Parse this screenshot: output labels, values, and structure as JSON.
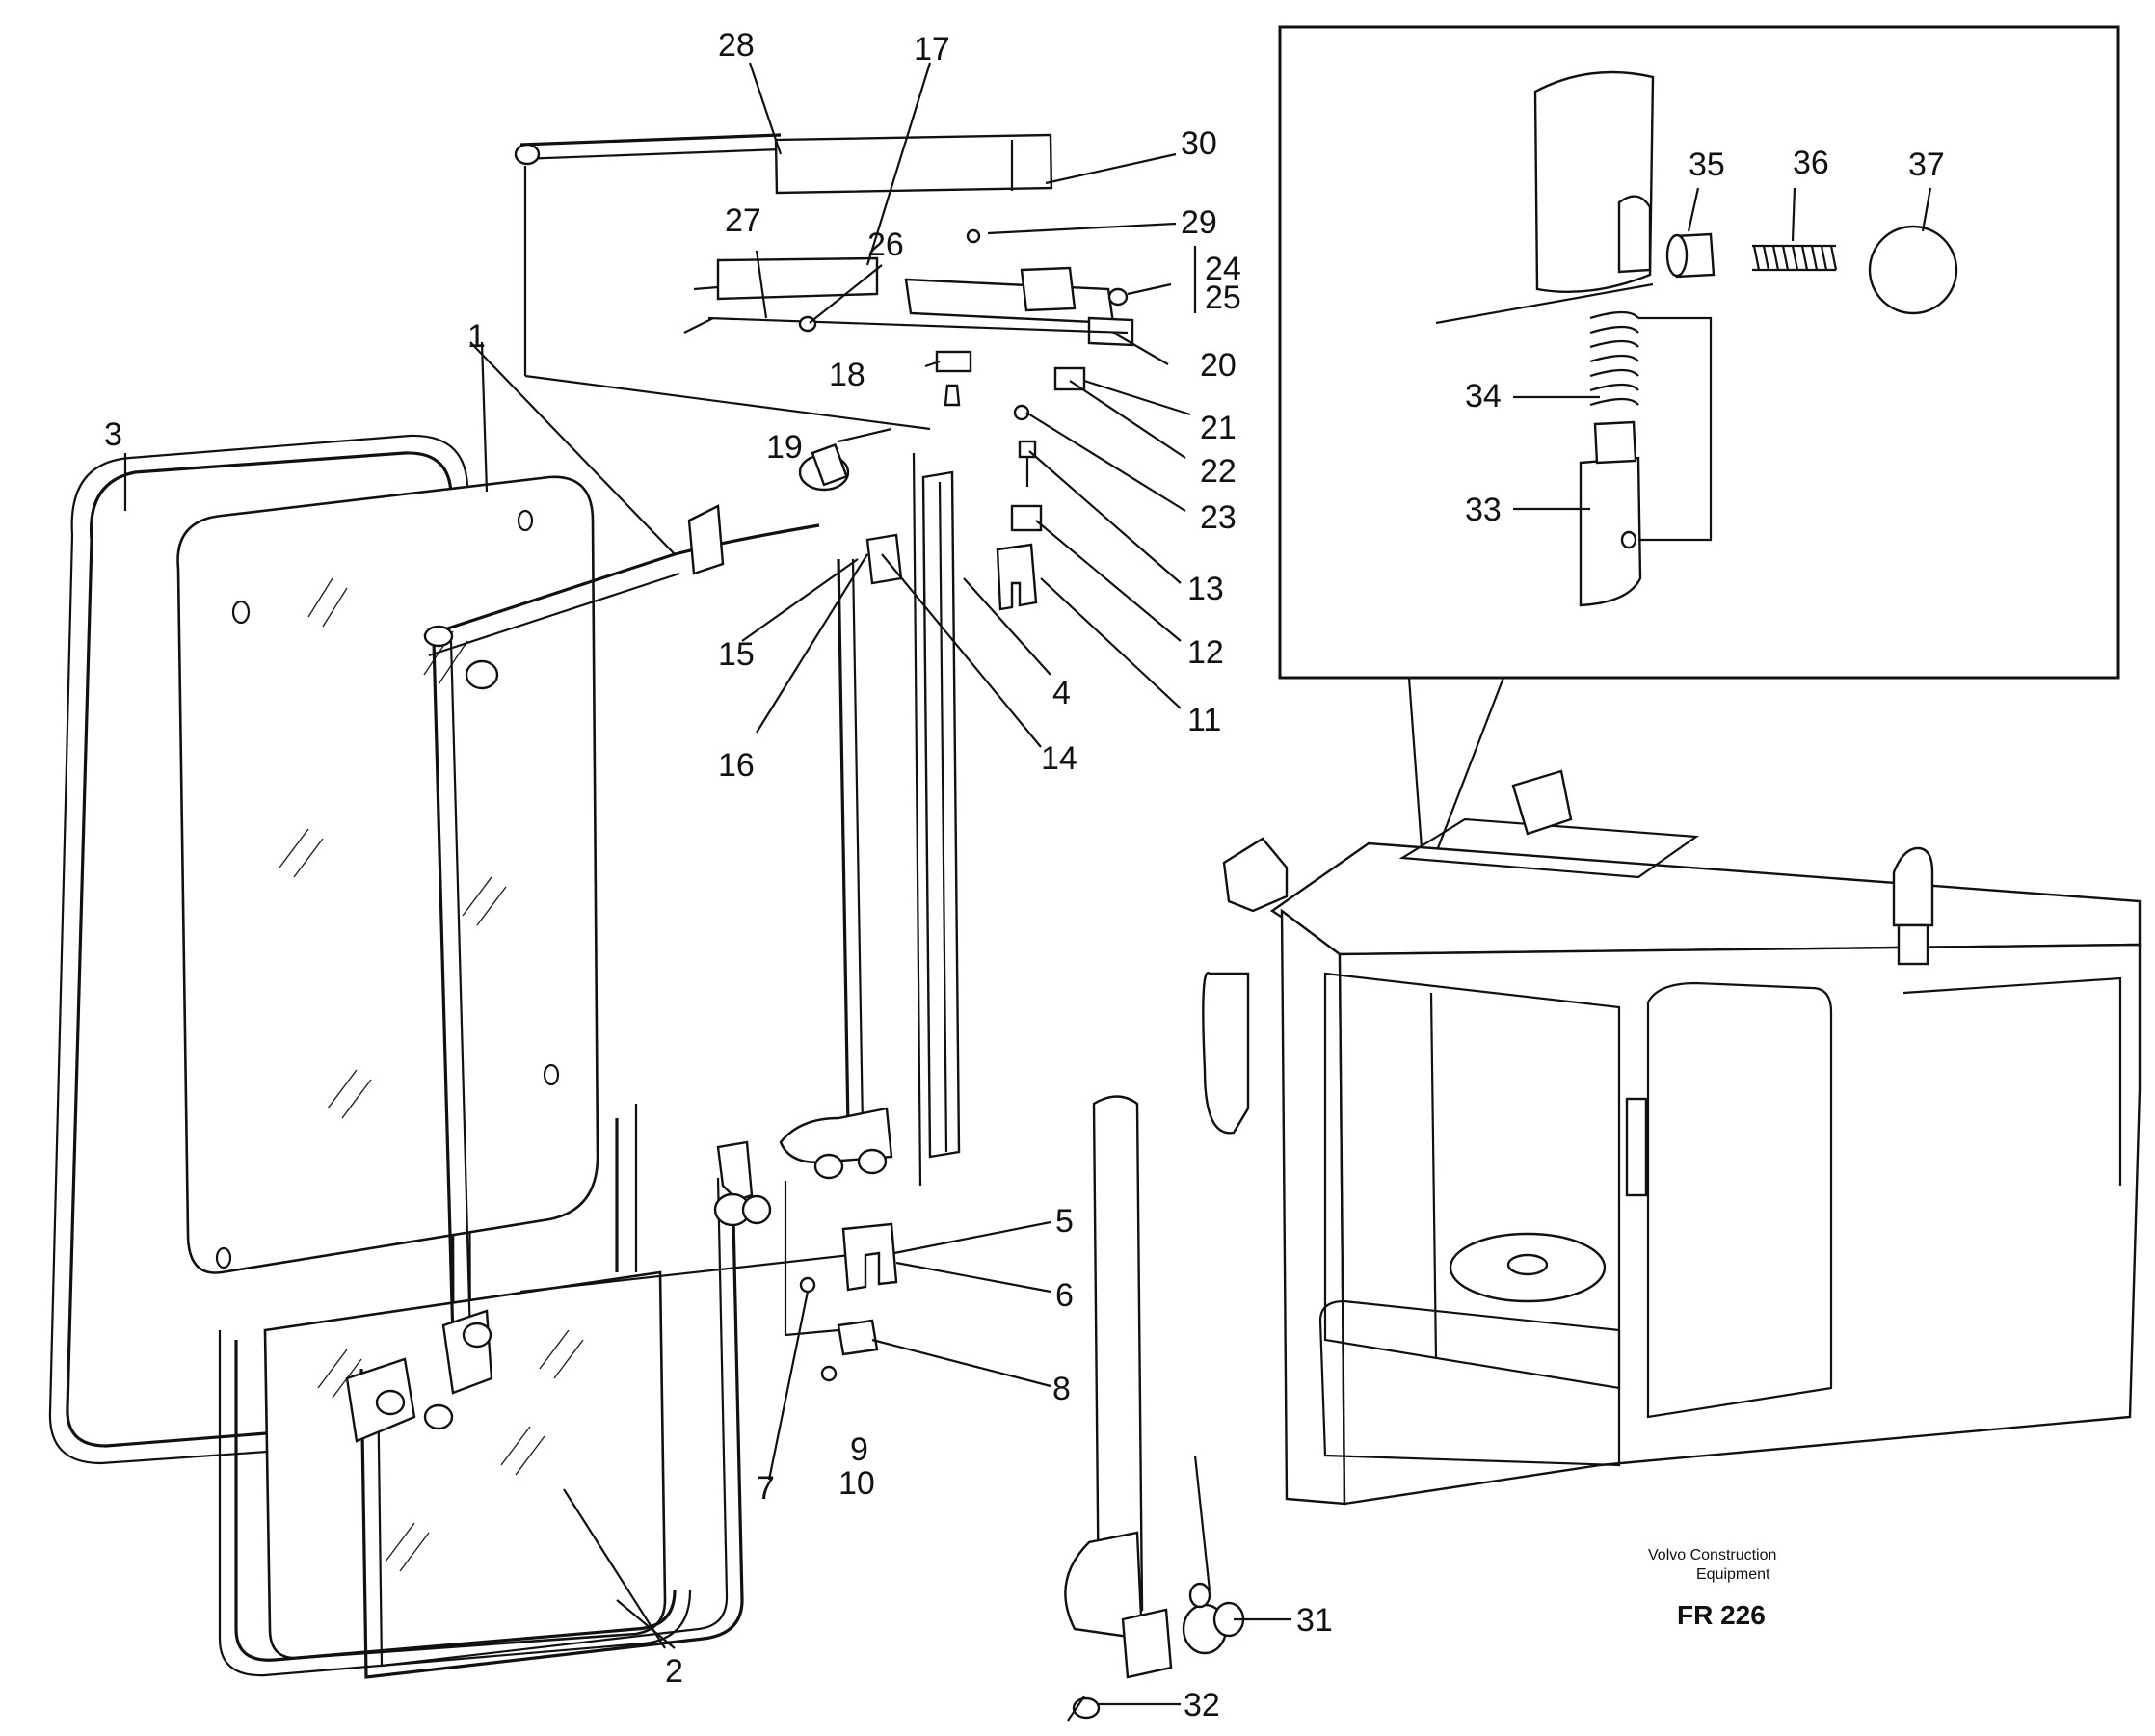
{
  "callouts": [
    {
      "id": "c1",
      "text": "1"
    },
    {
      "id": "c2",
      "text": "2"
    },
    {
      "id": "c3",
      "text": "3"
    },
    {
      "id": "c4",
      "text": "4"
    },
    {
      "id": "c5",
      "text": "5"
    },
    {
      "id": "c6",
      "text": "6"
    },
    {
      "id": "c7",
      "text": "7"
    },
    {
      "id": "c8",
      "text": "8"
    },
    {
      "id": "c9",
      "text": "9"
    },
    {
      "id": "c10",
      "text": "10"
    },
    {
      "id": "c11",
      "text": "11"
    },
    {
      "id": "c12",
      "text": "12"
    },
    {
      "id": "c13",
      "text": "13"
    },
    {
      "id": "c14",
      "text": "14"
    },
    {
      "id": "c15",
      "text": "15"
    },
    {
      "id": "c16",
      "text": "16"
    },
    {
      "id": "c17",
      "text": "17"
    },
    {
      "id": "c18",
      "text": "18"
    },
    {
      "id": "c19",
      "text": "19"
    },
    {
      "id": "c20",
      "text": "20"
    },
    {
      "id": "c21",
      "text": "21"
    },
    {
      "id": "c22",
      "text": "22"
    },
    {
      "id": "c23",
      "text": "23"
    },
    {
      "id": "c24",
      "text": "24"
    },
    {
      "id": "c25",
      "text": "25"
    },
    {
      "id": "c26",
      "text": "26"
    },
    {
      "id": "c27",
      "text": "27"
    },
    {
      "id": "c28",
      "text": "28"
    },
    {
      "id": "c29",
      "text": "29"
    },
    {
      "id": "c30",
      "text": "30"
    },
    {
      "id": "c31",
      "text": "31"
    },
    {
      "id": "c32",
      "text": "32"
    },
    {
      "id": "c33",
      "text": "33"
    },
    {
      "id": "c34",
      "text": "34"
    },
    {
      "id": "c35",
      "text": "35"
    },
    {
      "id": "c36",
      "text": "36"
    },
    {
      "id": "c37",
      "text": "37"
    }
  ],
  "footer": {
    "publisher_line1": "Volvo Construction",
    "publisher_line2": "Equipment",
    "figure_code": "FR 226"
  }
}
